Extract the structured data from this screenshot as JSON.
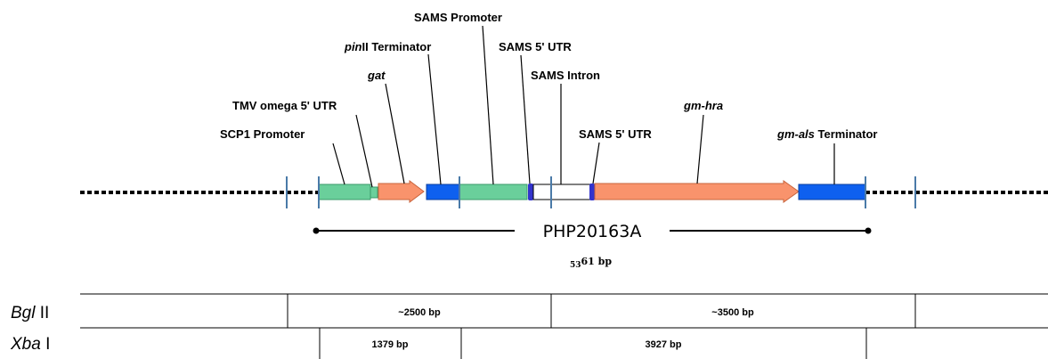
{
  "labels": {
    "sams_promoter": "SAMS Promoter",
    "pinii_terminator_it": "pin",
    "pinii_terminator_rest": "II Terminator",
    "sams_5utr_1": "SAMS 5' UTR",
    "gat": "gat",
    "sams_intron": "SAMS Intron",
    "tmv_omega": "TMV omega 5' UTR",
    "scp1_promoter": "SCP1 Promoter",
    "sams_5utr_2": "SAMS 5' UTR",
    "gm_hra": "gm-hra",
    "gm_als_it": "gm-als",
    "gm_als_rest": " Terminator"
  },
  "plasmid": {
    "name": "PHP20163A",
    "size_a": "53",
    "size_b": "61 bp"
  },
  "digests": {
    "bglii": {
      "enzyme_it": "Bgl",
      "enzyme_rest": " II",
      "fragments": [
        "~2500 bp",
        "~3500 bp"
      ]
    },
    "xbai": {
      "enzyme_it": "Xba",
      "enzyme_rest": " I",
      "fragments": [
        "1379 bp",
        "3927 bp"
      ]
    }
  },
  "colors": {
    "green": "#6acf9b",
    "orange": "#f9936c",
    "blue": "#0e60ef",
    "purple": "#3333cc",
    "site": "#4a7aa8"
  }
}
